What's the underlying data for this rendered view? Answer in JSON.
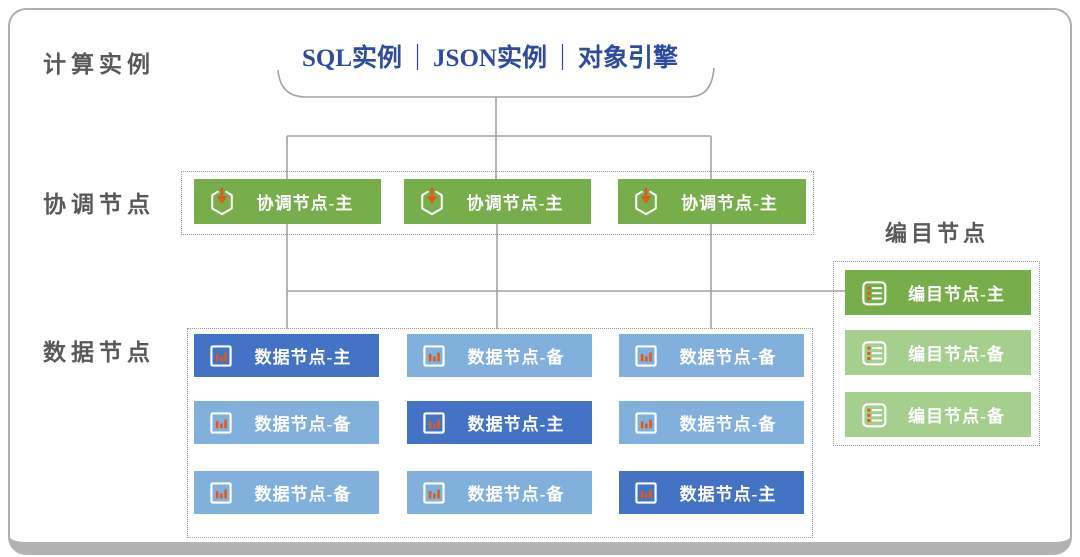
{
  "colors": {
    "primary_green": "#77ad4b",
    "standby_green": "#a6cf8f",
    "primary_blue": "#4472c4",
    "standby_blue": "#81b0dc",
    "accent_orange": "#e2591c",
    "header_text_blue": "#2e4c9e",
    "label_gray": "#595959",
    "connector_gray": "#a3a3a3"
  },
  "row_labels": {
    "compute": "计算实例",
    "coordinator": "协调节点",
    "data": "数据节点"
  },
  "compute_header": {
    "items": [
      "SQL实例",
      "JSON实例",
      "对象引擎"
    ],
    "separator": "|"
  },
  "coordinator_nodes": [
    {
      "label": "协调节点-主",
      "role": "primary"
    },
    {
      "label": "协调节点-主",
      "role": "primary"
    },
    {
      "label": "协调节点-主",
      "role": "primary"
    }
  ],
  "catalog_section": {
    "title": "编目节点",
    "nodes": [
      {
        "label": "编目节点-主",
        "role": "primary"
      },
      {
        "label": "编目节点-备",
        "role": "standby"
      },
      {
        "label": "编目节点-备",
        "role": "standby"
      }
    ]
  },
  "data_nodes": {
    "rows": [
      [
        {
          "label": "数据节点-主",
          "role": "primary"
        },
        {
          "label": "数据节点-备",
          "role": "standby"
        },
        {
          "label": "数据节点-备",
          "role": "standby"
        }
      ],
      [
        {
          "label": "数据节点-备",
          "role": "standby"
        },
        {
          "label": "数据节点-主",
          "role": "primary"
        },
        {
          "label": "数据节点-备",
          "role": "standby"
        }
      ],
      [
        {
          "label": "数据节点-备",
          "role": "standby"
        },
        {
          "label": "数据节点-备",
          "role": "standby"
        },
        {
          "label": "数据节点-主",
          "role": "primary"
        }
      ]
    ]
  },
  "icons": {
    "coordinator": "package-import-icon",
    "catalog": "list-icon",
    "data": "bar-chart-icon"
  }
}
